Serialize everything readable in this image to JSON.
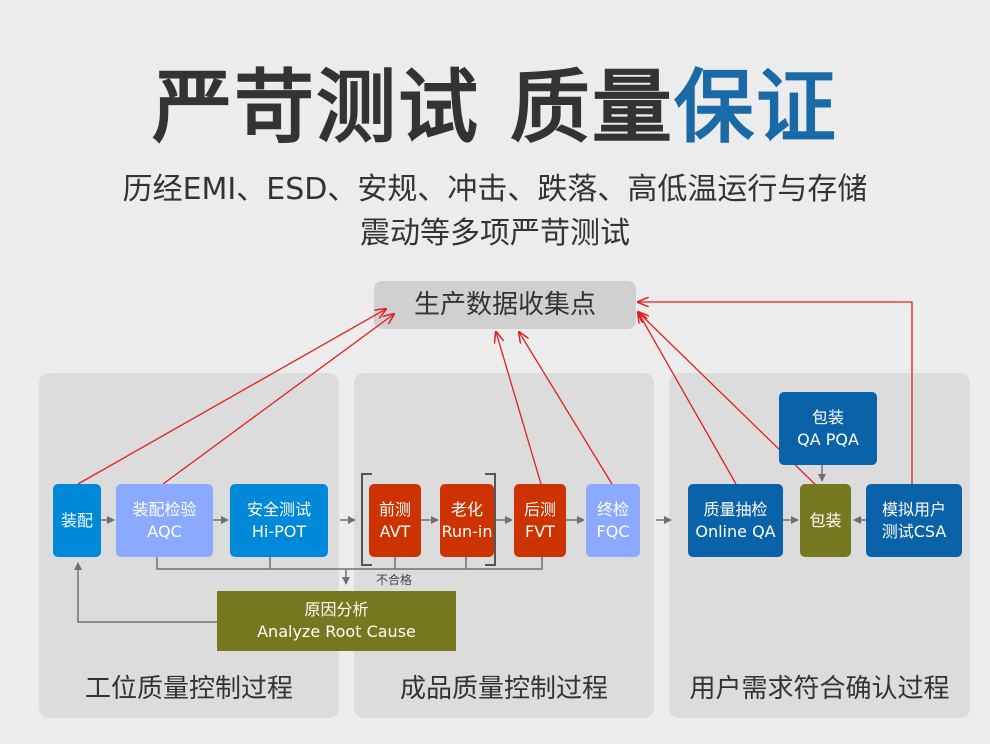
{
  "header": {
    "title_main": "严苛测试 质量",
    "title_accent": "保证",
    "subtitle_line1": "历经EMI、ESD、安规、冲击、跌落、高低温运行与存储",
    "subtitle_line2": "震动等多项严苛测试"
  },
  "hub": {
    "label": "生产数据收集点"
  },
  "panels": [
    {
      "label": "工位质量控制过程"
    },
    {
      "label": "成品质量控制过程"
    },
    {
      "label": "用户需求符合确认过程"
    }
  ],
  "nodes": {
    "assembly": {
      "line1": "装配"
    },
    "aqc": {
      "line1": "装配检验",
      "line2": "AQC"
    },
    "hipot": {
      "line1": "安全测试",
      "line2": "Hi-POT"
    },
    "avt": {
      "line1": "前测",
      "line2": "AVT"
    },
    "runin": {
      "line1": "老化",
      "line2": "Run-in"
    },
    "fvt": {
      "line1": "后测",
      "line2": "FVT"
    },
    "fqc": {
      "line1": "终检",
      "line2": "FQC"
    },
    "online_qa": {
      "line1": "质量抽检",
      "line2": "Online QA"
    },
    "packing": {
      "line1": "包装"
    },
    "qa_pqa": {
      "line1": "包装",
      "line2": "QA PQA"
    },
    "csa": {
      "line1": "模拟用户",
      "line2": "测试CSA"
    },
    "root_cause": {
      "line1": "原因分析",
      "line2": "Analyze Root Cause"
    }
  },
  "fail_note": "不合格",
  "colors": {
    "accent": "#1a6aa8",
    "blue": "#0088d9",
    "light_blue": "#8aa9ff",
    "red": "#cc3300",
    "dark_blue": "#0a63a8",
    "olive": "#75781e",
    "arrow_red": "#e02020",
    "line_gray": "#707070"
  }
}
